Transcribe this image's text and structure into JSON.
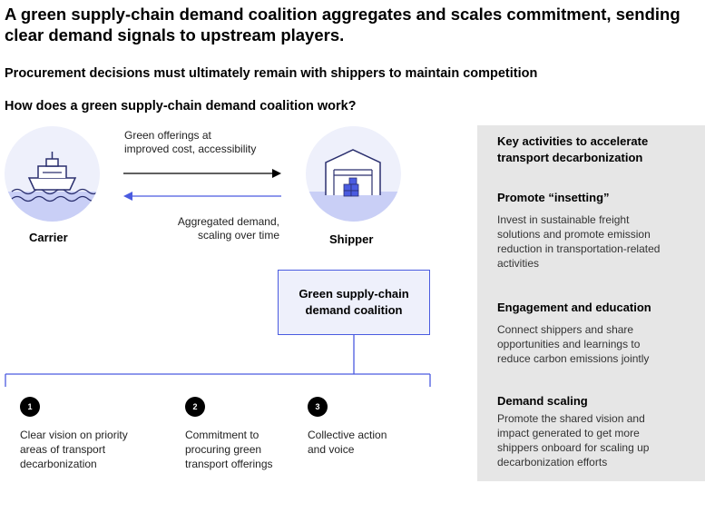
{
  "header": {
    "title": "A green supply-chain demand coalition aggregates and scales commitment, sending clear demand signals to upstream players.",
    "subtitle": "Procurement decisions must ultimately remain with shippers to maintain competition",
    "question": "How does a green supply-chain demand coalition work?"
  },
  "diagram": {
    "carrier": {
      "label": "Carrier",
      "icon": "ship-icon"
    },
    "shipper": {
      "label": "Shipper",
      "icon": "warehouse-icon"
    },
    "arrow_to_shipper": {
      "label_line1": "Green offerings at",
      "label_line2": "improved cost, accessibility"
    },
    "arrow_to_carrier": {
      "label_line1": "Aggregated demand,",
      "label_line2": "scaling over time"
    },
    "coalition": {
      "label_line1": "Green supply-chain",
      "label_line2": "demand coalition"
    },
    "colors": {
      "accent": "#4a5be0",
      "circle_fill": "#eef0fb",
      "water": "#c9cff6"
    },
    "steps": [
      {
        "number": "1",
        "line1": "Clear vision on priority",
        "line2": "areas of transport",
        "line3": "decarbonization"
      },
      {
        "number": "2",
        "line1": "Commitment to",
        "line2": "procuring green",
        "line3": "transport offerings"
      },
      {
        "number": "3",
        "line1": "Collective action",
        "line2": "and voice",
        "line3": ""
      }
    ]
  },
  "side_panel": {
    "heading_line1": "Key activities to accelerate",
    "heading_line2": "transport decarbonization",
    "sections": [
      {
        "title": "Promote “insetting”",
        "lines": [
          "Invest in sustainable freight",
          "solutions and promote emission",
          "reduction in transportation-related",
          "activities"
        ]
      },
      {
        "title": "Engagement and education",
        "lines": [
          "Connect shippers and share",
          "opportunities and learnings to",
          "reduce carbon emissions jointly"
        ]
      },
      {
        "title": "Demand scaling",
        "lines": [
          "Promote the shared vision and",
          "impact generated to get more",
          "shippers onboard for scaling up",
          "decarbonization efforts"
        ]
      }
    ]
  }
}
